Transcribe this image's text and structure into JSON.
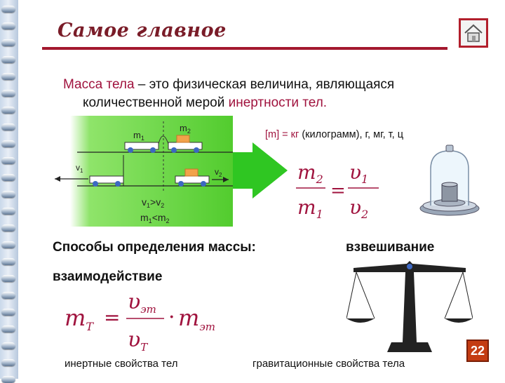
{
  "slide": {
    "title": "Самое главное",
    "number": "22"
  },
  "definition": {
    "term": "Масса тела",
    "line1_rest": " – это физическая величина, являющаяся",
    "line2_a": "количественной",
    "line2_b": " мерой ",
    "line2_c": "инертности тел."
  },
  "units": {
    "symbol": "[m] = кг",
    "rest": "  (килограмм), г, мг, т, ц"
  },
  "diagram": {
    "m1": "m",
    "m1_sub": "1",
    "m2": "m",
    "m2_sub": "2",
    "v1": "v",
    "v1_sub": "1",
    "v2": "v",
    "v2_sub": "2",
    "rel1_a": "v",
    "rel1_b": "1",
    "rel1_c": ">v",
    "rel1_d": "2",
    "rel2_a": "m",
    "rel2_b": "1",
    "rel2_c": "<m",
    "rel2_d": "2"
  },
  "formula1": {
    "num_left": "m",
    "num_left_sub": "2",
    "den_left": "m",
    "den_left_sub": "1",
    "eq": "=",
    "num_right": "υ",
    "num_right_sub": "1",
    "den_right": "υ",
    "den_right_sub": "2"
  },
  "methods": {
    "heading": "Способы определения массы:",
    "weighing": "взвешивание",
    "interaction": "взаимодействие"
  },
  "formula2": {
    "lhs": "m",
    "lhs_sub": "T",
    "eq": "=",
    "num": "υ",
    "num_sub": "эт",
    "den": "υ",
    "den_sub": "T",
    "dot": "·",
    "rhs": "m",
    "rhs_sub": "эт"
  },
  "captions": {
    "inertial": "инертные свойства тел",
    "gravitational": "гравитационные свойства тела"
  },
  "colors": {
    "title": "#7a1c28",
    "accent": "#a0133e",
    "green_panel": "#5fd23a",
    "rule": "#a3182e"
  }
}
